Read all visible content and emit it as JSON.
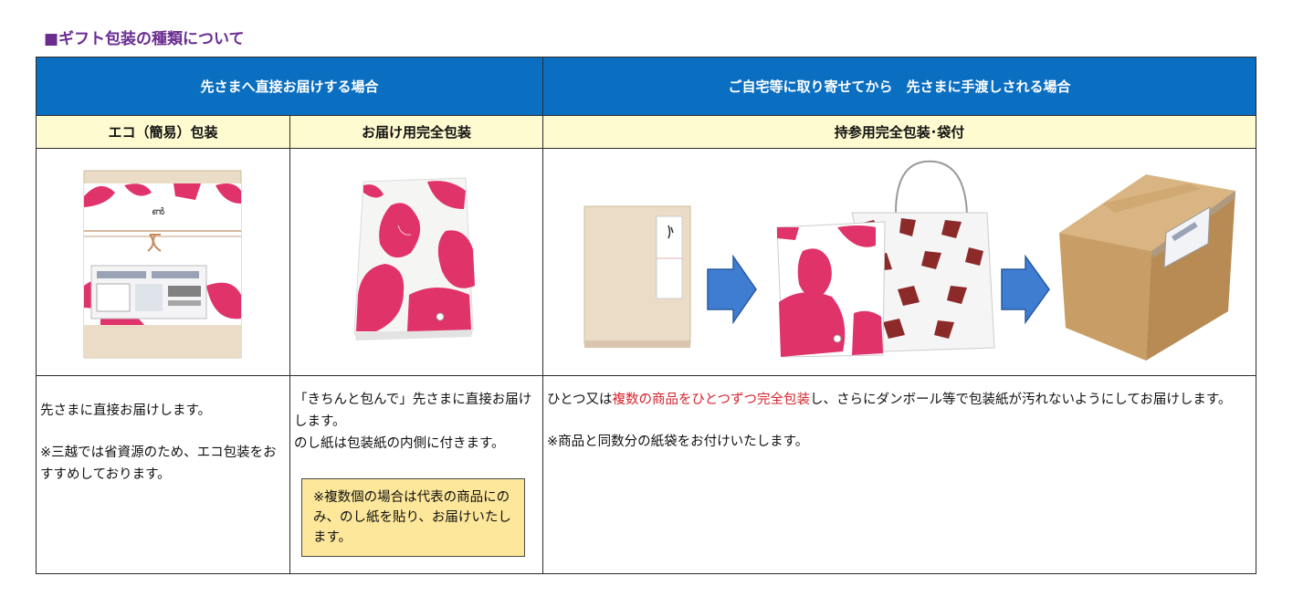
{
  "section_title": "■ギフト包装の種類について",
  "header": {
    "left_group": "先さまへ直接お届けする場合",
    "right_group": "ご自宅等に取り寄せてから　先さまに手渡しされる場合"
  },
  "columns": {
    "eco": "エコ（簡易）包装",
    "delivery": "お届け用完全包装",
    "handcarry": "持参用完全包装･袋付"
  },
  "eco_text": {
    "line1": "先さまに直接お届けします。",
    "line2": "※三越では省資源のため、エコ包装をおすすめしております。"
  },
  "delivery_text": {
    "line1": "「きちんと包んで」先さまに直接お届けします。",
    "line2": "のし紙は包装紙の内側に付きます。",
    "note": "※複数個の場合は代表の商品にのみ、のし紙を貼り、お届けいたします。"
  },
  "handcarry_text": {
    "part1": "ひとつ又は",
    "part2_red": "複数の商品をひとつずつ完全包装",
    "part3": "し、さらにダンボール等で包装紙が汚れないようにしてお届けします。",
    "note": "※商品と同数分の紙袋をお付けいたします。"
  },
  "colors": {
    "title_purple": "#6a2c91",
    "header_blue": "#0b6fc1",
    "subheader_yellow": "#fffbd0",
    "note_yellow": "#fce79a",
    "emphasis_red": "#d4242c",
    "wrap_pink": "#e0336a",
    "arrow_blue": "#3f7dd1"
  },
  "icons": [
    "eco-wrapped-box-image",
    "full-wrapped-box-image",
    "noshi-box-image",
    "arrow-right-icon",
    "shopping-bags-image",
    "cardboard-box-image"
  ]
}
